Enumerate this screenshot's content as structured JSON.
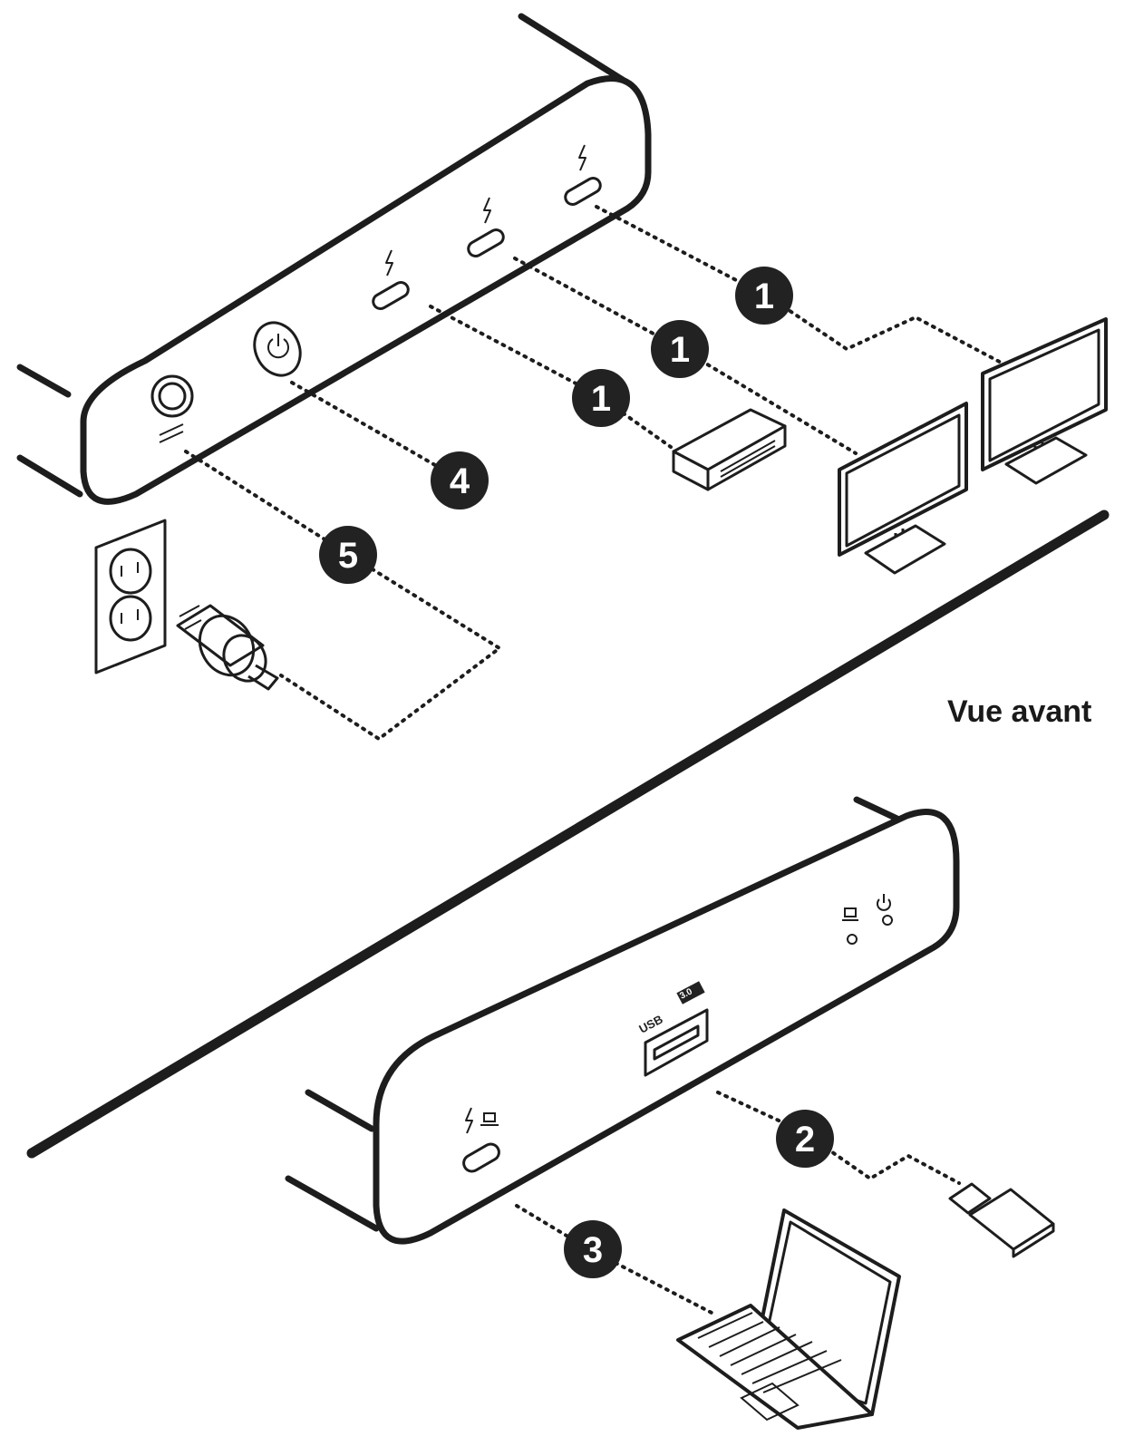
{
  "caption": "Vue avant",
  "badges": [
    "1",
    "1",
    "1",
    "4",
    "5",
    "2",
    "3"
  ],
  "port_labels": {
    "usb": "USB",
    "usb_gen": "3.0"
  }
}
